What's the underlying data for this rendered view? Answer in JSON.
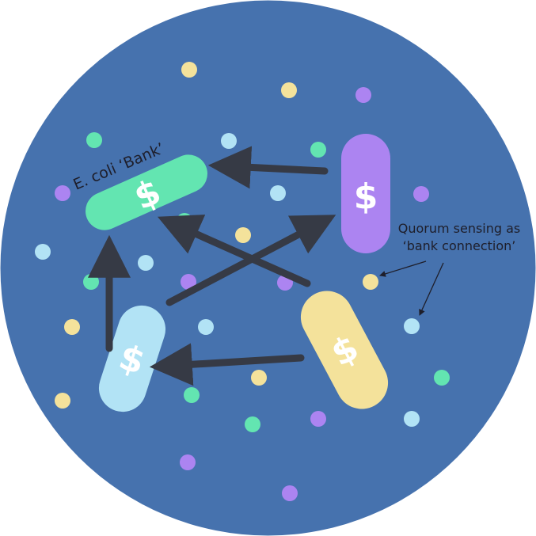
{
  "colors": {
    "background_disc": "#4672ae",
    "arrow": "#363a45",
    "green": "#63e5b1",
    "purple": "#ac84f1",
    "yellow": "#f4e29b",
    "light_blue": "#b2e3f5"
  },
  "labels": {
    "ecoli_bank": "E. coli ‘Bank’",
    "quorum_line1": "Quorum sensing as",
    "quorum_line2": "‘bank connection’"
  },
  "bacteria": [
    {
      "name": "green-bank-bacterium",
      "color": "green",
      "symbol": "$"
    },
    {
      "name": "purple-bacterium",
      "color": "purple",
      "symbol": "$"
    },
    {
      "name": "light-blue-bacterium",
      "color": "light_blue",
      "symbol": "$"
    },
    {
      "name": "yellow-bacterium",
      "color": "yellow",
      "symbol": "$"
    }
  ],
  "signal_molecules": [
    {
      "color": "yellow"
    },
    {
      "color": "yellow"
    },
    {
      "color": "purple"
    },
    {
      "color": "green"
    },
    {
      "color": "light_blue"
    },
    {
      "color": "green"
    },
    {
      "color": "purple"
    },
    {
      "color": "light_blue"
    },
    {
      "color": "purple"
    },
    {
      "color": "green"
    },
    {
      "color": "yellow"
    },
    {
      "color": "light_blue"
    },
    {
      "color": "light_blue"
    },
    {
      "color": "green"
    },
    {
      "color": "purple"
    },
    {
      "color": "purple"
    },
    {
      "color": "yellow"
    },
    {
      "color": "yellow"
    },
    {
      "color": "light_blue"
    },
    {
      "color": "light_blue"
    },
    {
      "color": "yellow"
    },
    {
      "color": "yellow"
    },
    {
      "color": "green"
    },
    {
      "color": "green"
    },
    {
      "color": "light_blue"
    },
    {
      "color": "purple"
    },
    {
      "color": "green"
    },
    {
      "color": "purple"
    },
    {
      "color": "purple"
    }
  ]
}
